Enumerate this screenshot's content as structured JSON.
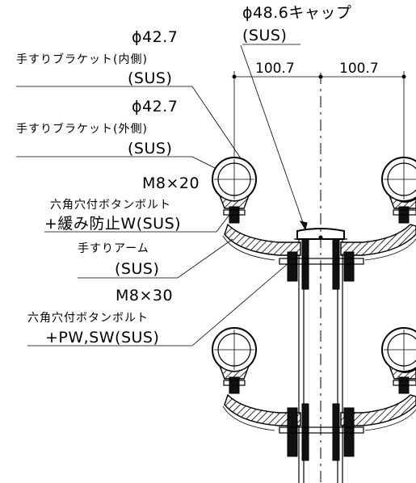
{
  "labels": {
    "cap_size": "ϕ48.6キャップ",
    "cap_material": "(SUS)",
    "dim_left": "100.7",
    "dim_right": "100.7",
    "inner_bracket_size": "ϕ42.7",
    "inner_bracket_name": "手すりブラケット(内側)",
    "inner_bracket_material": "(SUS)",
    "outer_bracket_size": "ϕ42.7",
    "outer_bracket_name": "手すりブラケット(外側)",
    "outer_bracket_material": "(SUS)",
    "bolt1_size": "M8×20",
    "bolt1_name": "六角穴付ボタンボルト",
    "bolt1_extra": "+緩み防止W(SUS)",
    "arm_name": "手すりアーム",
    "arm_material": "(SUS)",
    "bolt2_size": "M8×30",
    "bolt2_name": "六角穴付ボタンボルト",
    "bolt2_extra": "+PW,SW(SUS)"
  }
}
